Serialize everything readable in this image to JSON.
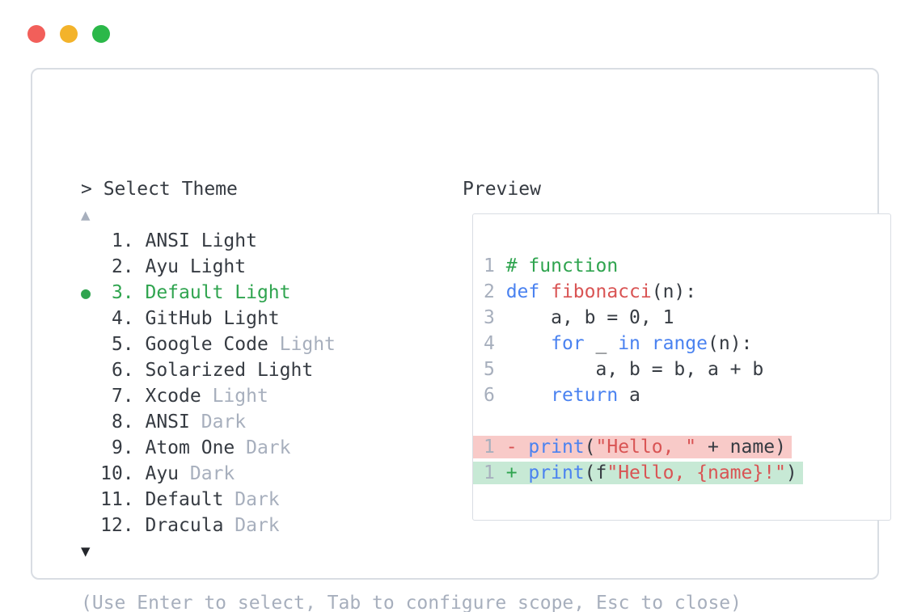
{
  "colors": {
    "text_dark": "#363b42",
    "text_muted": "#a7afbd",
    "green": "#2fa44f",
    "blue": "#4a82f0",
    "red": "#d95454",
    "diff_removed_bg": "#f8cac8",
    "diff_added_bg": "#c7e9d5",
    "border": "#d9dde3",
    "traffic_red": "#f25f5a",
    "traffic_yellow": "#f3b32b",
    "traffic_green": "#2bb849",
    "scroll_down": "#23262b"
  },
  "picker": {
    "title": "> Select Theme",
    "scroll_up_glyph": "▲",
    "scroll_down_glyph": "▼",
    "selected_marker_glyph": "●",
    "footer_hint": "(Use Enter to select, Tab to configure scope, Esc to close)",
    "items": [
      {
        "number": " 1",
        "name": "ANSI Light",
        "suffix": "",
        "selected": false
      },
      {
        "number": " 2",
        "name": "Ayu Light",
        "suffix": "",
        "selected": false
      },
      {
        "number": " 3",
        "name": "Default Light",
        "suffix": "",
        "selected": true
      },
      {
        "number": " 4",
        "name": "GitHub Light",
        "suffix": "",
        "selected": false
      },
      {
        "number": " 5",
        "name": "Google Code",
        "suffix": " Light",
        "selected": false
      },
      {
        "number": " 6",
        "name": "Solarized Light",
        "suffix": "",
        "selected": false
      },
      {
        "number": " 7",
        "name": "Xcode",
        "suffix": " Light",
        "selected": false
      },
      {
        "number": " 8",
        "name": "ANSI",
        "suffix": " Dark",
        "selected": false
      },
      {
        "number": " 9",
        "name": "Atom One",
        "suffix": " Dark",
        "selected": false
      },
      {
        "number": "10",
        "name": "Ayu",
        "suffix": " Dark",
        "selected": false
      },
      {
        "number": "11",
        "name": "Default",
        "suffix": " Dark",
        "selected": false
      },
      {
        "number": "12",
        "name": "Dracula",
        "suffix": " Dark",
        "selected": false
      }
    ]
  },
  "preview": {
    "title": "Preview",
    "code_lines": [
      {
        "num": "1",
        "tokens": [
          {
            "t": "# function",
            "c": "green"
          }
        ]
      },
      {
        "num": "2",
        "tokens": [
          {
            "t": "def ",
            "c": "blue"
          },
          {
            "t": "fibonacci",
            "c": "red"
          },
          {
            "t": "(n):",
            "c": "dark"
          }
        ]
      },
      {
        "num": "3",
        "tokens": [
          {
            "t": "    a, b = 0, 1",
            "c": "dark"
          }
        ]
      },
      {
        "num": "4",
        "tokens": [
          {
            "t": "    ",
            "c": "dark"
          },
          {
            "t": "for",
            "c": "blue"
          },
          {
            "t": " _ ",
            "c": "dark"
          },
          {
            "t": "in",
            "c": "blue"
          },
          {
            "t": " ",
            "c": "dark"
          },
          {
            "t": "range",
            "c": "blue"
          },
          {
            "t": "(n):",
            "c": "dark"
          }
        ]
      },
      {
        "num": "5",
        "tokens": [
          {
            "t": "        a, b = b, a + b",
            "c": "dark"
          }
        ]
      },
      {
        "num": "6",
        "tokens": [
          {
            "t": "    ",
            "c": "dark"
          },
          {
            "t": "return",
            "c": "blue"
          },
          {
            "t": " a",
            "c": "dark"
          }
        ]
      }
    ],
    "diff_lines": [
      {
        "num": "1",
        "sign": "-",
        "sign_color": "red",
        "kind": "removed",
        "tokens": [
          {
            "t": "print",
            "c": "blue"
          },
          {
            "t": "(",
            "c": "dark"
          },
          {
            "t": "\"Hello, \"",
            "c": "red"
          },
          {
            "t": " + name)",
            "c": "dark"
          }
        ]
      },
      {
        "num": "1",
        "sign": "+",
        "sign_color": "green",
        "kind": "added",
        "tokens": [
          {
            "t": "print",
            "c": "blue"
          },
          {
            "t": "(f",
            "c": "dark"
          },
          {
            "t": "\"Hello, {name}!\"",
            "c": "red"
          },
          {
            "t": ")",
            "c": "dark"
          }
        ]
      }
    ]
  }
}
